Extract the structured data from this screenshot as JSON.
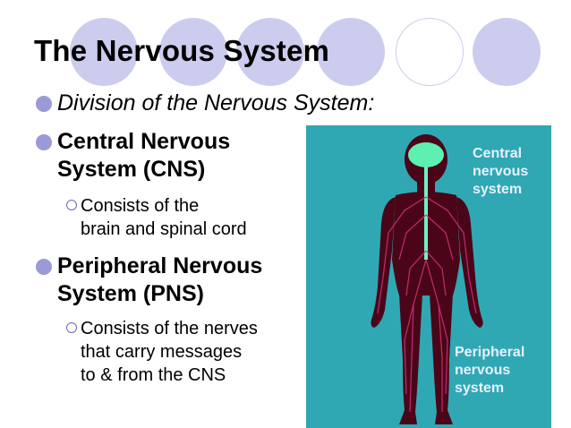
{
  "slide": {
    "title": "The Nervous System",
    "bullets": [
      {
        "text": "Division of the Nervous System:"
      },
      {
        "line1": "Central Nervous",
        "line2": "System (CNS)",
        "sub": {
          "line1": "Consists of the",
          "line2": "brain and spinal cord"
        }
      },
      {
        "line1": "Peripheral Nervous",
        "line2": "System (PNS)",
        "sub": {
          "line1": "Consists of the nerves",
          "line2": "that carry messages",
          "line3": "to & from the CNS"
        }
      }
    ]
  },
  "figure": {
    "cns_label": {
      "line1": "Central",
      "line2": "nervous",
      "line3": "system"
    },
    "pns_label": {
      "line1": "Peripheral",
      "line2": "nervous",
      "line3": "system"
    },
    "colors": {
      "background": "#2fa8b4",
      "body": "#4a0618",
      "brain": "#5ef0b0",
      "nerves": "#d0307a"
    }
  },
  "theme": {
    "accent_circle": "#ccccee",
    "bullet": "#9a9ad6"
  }
}
